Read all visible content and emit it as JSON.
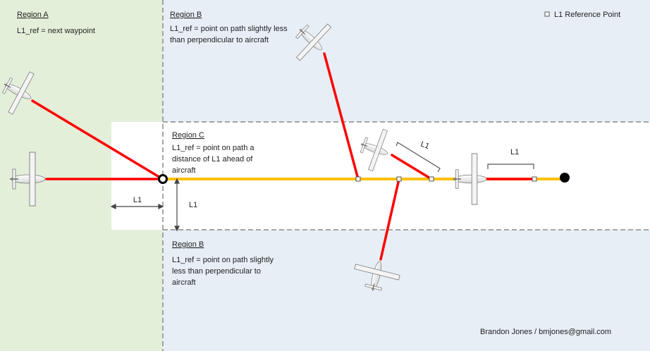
{
  "regions": {
    "a": {
      "title": "Region A",
      "lines": [
        "L1_ref = next waypoint"
      ]
    },
    "b_top": {
      "title": "Region B",
      "lines": [
        "L1_ref = point on path slightly less",
        "than perpendicular to aircraft"
      ]
    },
    "c": {
      "title": "Region C",
      "lines": [
        "L1_ref = point on path a",
        "distance of L1 ahead of",
        "aircraft"
      ]
    },
    "b_bottom": {
      "title": "Region B",
      "lines": [
        "L1_ref = point on path slightly",
        "less than perpendicular to",
        "aircraft"
      ]
    }
  },
  "legend": {
    "label": "L1 Reference Point"
  },
  "dimensions": {
    "horizontal": "L1",
    "vertical": "L1",
    "tilted_bracket": "L1",
    "right_bracket": "L1"
  },
  "credit": "Brandon Jones / bmjones@gmail.com",
  "colors": {
    "region_a": "#e3efd9",
    "region_b": "#e7eef6",
    "path": "#ffc000",
    "l1_line": "#ff0000"
  }
}
